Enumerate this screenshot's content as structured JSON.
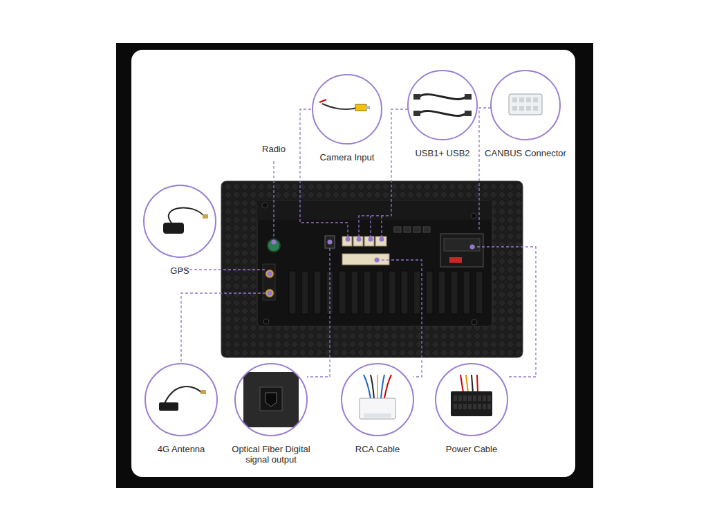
{
  "diagram": {
    "nodes": [
      {
        "text": [
          "Camera Input"
        ]
      },
      {
        "text": [
          "USB1+ USB2"
        ]
      },
      {
        "text": [
          "CANBUS Connector"
        ]
      },
      {
        "text": [
          "GPS"
        ]
      },
      {
        "text": [
          "4G Antenna"
        ]
      },
      {
        "text": [
          "Optical Fiber Digital signal output"
        ]
      },
      {
        "text": [
          "RCA Cable"
        ]
      },
      {
        "text": [
          "Power Cable"
        ]
      }
    ],
    "labels": [
      "Radio"
    ]
  }
}
